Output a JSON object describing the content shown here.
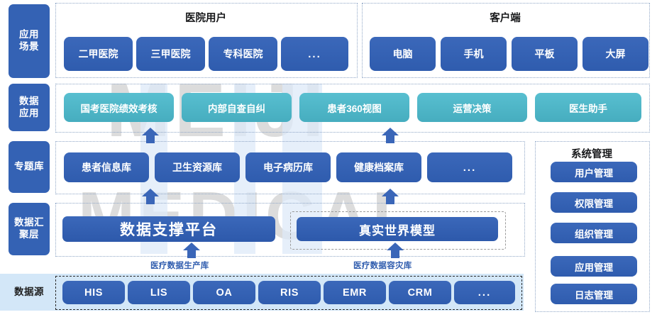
{
  "rows": [
    {
      "id": "app-scenario",
      "label": "应用\n场景"
    },
    {
      "id": "data-application",
      "label": "数据\n应用"
    },
    {
      "id": "subject-db",
      "label": "专题库"
    },
    {
      "id": "data-aggregation",
      "label": "数据汇\n聚层"
    },
    {
      "id": "data-source",
      "label": "数据源"
    }
  ],
  "app_scenario": {
    "groups": [
      {
        "title": "医院用户",
        "items": [
          "二甲医院",
          "三甲医院",
          "专科医院",
          "..."
        ]
      },
      {
        "title": "客户端",
        "items": [
          "电脑",
          "手机",
          "平板",
          "大屏"
        ]
      }
    ]
  },
  "data_application": {
    "items": [
      "国考医院绩效考核",
      "内部自查自纠",
      "患者360视图",
      "运营决策",
      "医生助手"
    ]
  },
  "subject_db": {
    "items": [
      "患者信息库",
      "卫生资源库",
      "电子病历库",
      "健康档案库",
      "..."
    ]
  },
  "data_aggregation": {
    "platform": "数据支撑平台",
    "model": "真实世界模型"
  },
  "flow_labels": {
    "left": "医疗数据生产库",
    "right": "医疗数据容灾库"
  },
  "data_source": {
    "items": [
      "HIS",
      "LIS",
      "OA",
      "RIS",
      "EMR",
      "CRM",
      "..."
    ]
  },
  "system_management": {
    "title": "系统管理",
    "items": [
      "用户管理",
      "权限管理",
      "组织管理",
      "应用管理",
      "日志管理"
    ]
  },
  "watermark": {
    "line1": "MEIJI",
    "line2": "MEDICAL"
  },
  "colors": {
    "blue": "#3462b4",
    "blue_dark": "#2d59ab",
    "teal": "#4fb8c9",
    "band": "#d3e7f8",
    "dotted": "#8fa6c6"
  }
}
